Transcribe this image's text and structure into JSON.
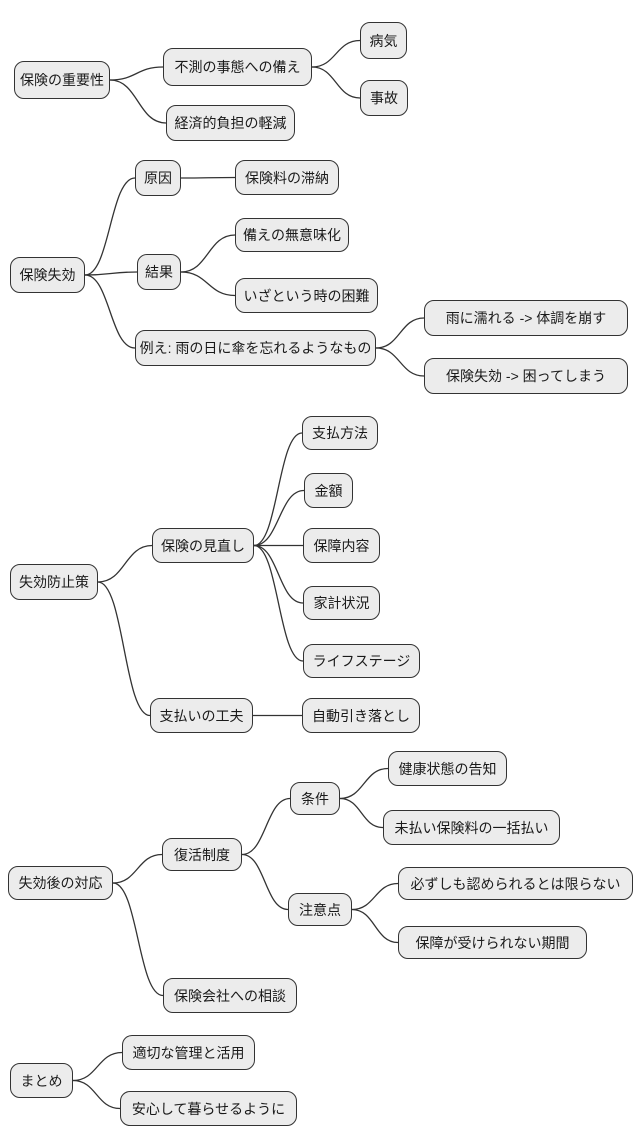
{
  "theme": {
    "node_fill": "#ececec",
    "node_border": "#333333",
    "edge_color": "#333333",
    "background": "#ffffff",
    "text_color": "#1a1a1a"
  },
  "mindmap": {
    "roots": [
      {
        "label": "保険の重要性",
        "children": [
          {
            "label": "不測の事態への備え",
            "children": [
              {
                "label": "病気"
              },
              {
                "label": "事故"
              }
            ]
          },
          {
            "label": "経済的負担の軽減"
          }
        ]
      },
      {
        "label": "保険失効",
        "children": [
          {
            "label": "原因",
            "children": [
              {
                "label": "保険料の滞納"
              }
            ]
          },
          {
            "label": "結果",
            "children": [
              {
                "label": "備えの無意味化"
              },
              {
                "label": "いざという時の困難"
              }
            ]
          },
          {
            "label": "例え: 雨の日に傘を忘れるようなもの",
            "children": [
              {
                "label": "雨に濡れる -> 体調を崩す"
              },
              {
                "label": "保険失効 -> 困ってしまう"
              }
            ]
          }
        ]
      },
      {
        "label": "失効防止策",
        "children": [
          {
            "label": "保険の見直し",
            "children": [
              {
                "label": "支払方法"
              },
              {
                "label": "金額"
              },
              {
                "label": "保障内容"
              },
              {
                "label": "家計状況"
              },
              {
                "label": "ライフステージ"
              }
            ]
          },
          {
            "label": "支払いの工夫",
            "children": [
              {
                "label": "自動引き落とし"
              }
            ]
          }
        ]
      },
      {
        "label": "失効後の対応",
        "children": [
          {
            "label": "復活制度",
            "children": [
              {
                "label": "条件",
                "children": [
                  {
                    "label": "健康状態の告知"
                  },
                  {
                    "label": "未払い保険料の一括払い"
                  }
                ]
              },
              {
                "label": "注意点",
                "children": [
                  {
                    "label": "必ずしも認められるとは限らない"
                  },
                  {
                    "label": "保障が受けられない期間"
                  }
                ]
              }
            ]
          },
          {
            "label": "保険会社への相談"
          }
        ]
      },
      {
        "label": "まとめ",
        "children": [
          {
            "label": "適切な管理と活用"
          },
          {
            "label": "安心して暮らせるように"
          }
        ]
      }
    ]
  }
}
